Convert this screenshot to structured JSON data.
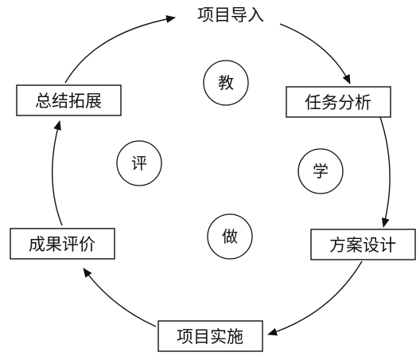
{
  "diagram": {
    "title": "",
    "stages": {
      "top": "项目导入",
      "right_upper": "任务分析",
      "right_lower": "方案设计",
      "bottom": "项目实施",
      "left_lower": "成果评价",
      "left_upper": "总结拓展"
    },
    "center": {
      "teach": "教",
      "learn": "学",
      "do": "做",
      "evaluate": "评"
    },
    "colors": {
      "stroke": "#111111",
      "background": "#ffffff"
    }
  }
}
